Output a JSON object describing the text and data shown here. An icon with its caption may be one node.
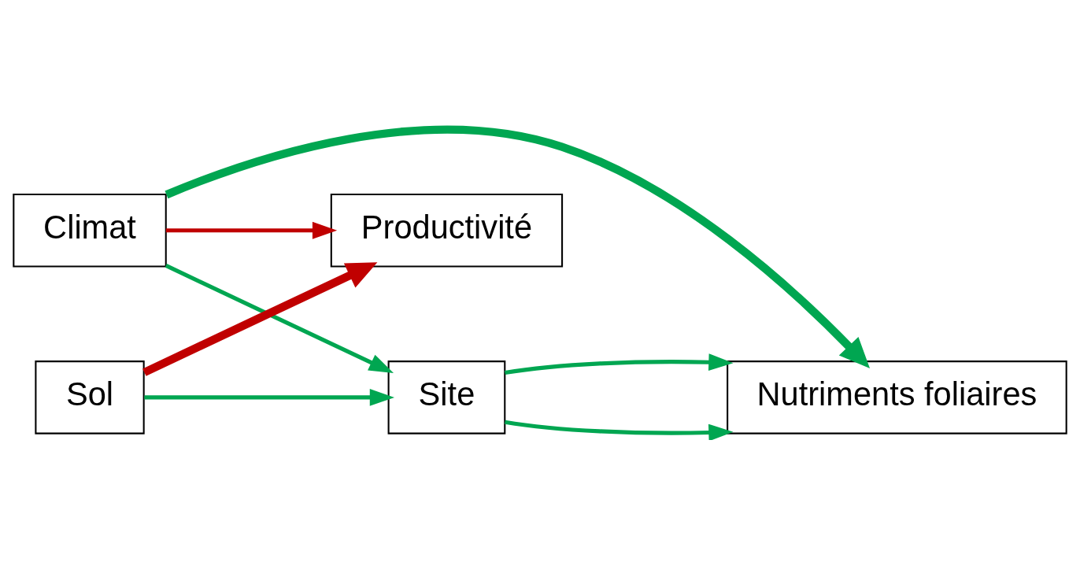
{
  "diagram": {
    "nodes": [
      {
        "text": [
          "Nutriments foliaires"
        ]
      },
      {
        "text": [
          "Site"
        ]
      },
      {
        "text": [
          "Climat"
        ]
      },
      {
        "text": [
          "Sol"
        ]
      },
      {
        "text": [
          "Productivité"
        ]
      }
    ],
    "edges": [
      {
        "from": 2,
        "to": 0,
        "arrow": "to",
        "style": "thick"
      },
      {
        "from": 2,
        "to": 1,
        "arrow": "to"
      },
      {
        "from": 1,
        "to": 0,
        "arrow": "to"
      },
      {
        "from": 1,
        "to": 0,
        "arrow": "to"
      },
      {
        "from": 3,
        "to": 1,
        "arrow": "to"
      },
      {
        "from": 3,
        "to": 4,
        "arrow": "to",
        "style": "thick",
        "color": "#c00000"
      },
      {
        "from": 2,
        "to": 4,
        "arrow": "to",
        "color": "#c00000"
      }
    ]
  }
}
